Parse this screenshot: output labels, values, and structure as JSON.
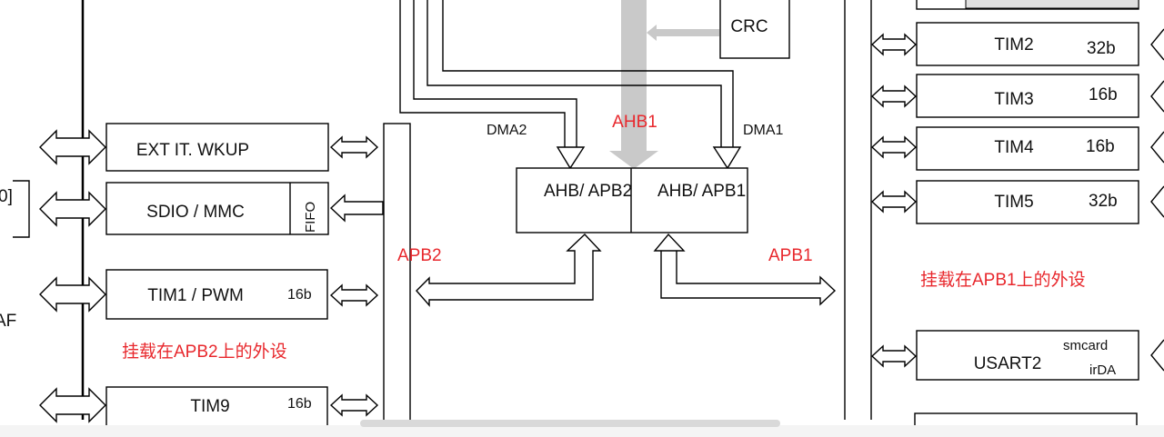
{
  "diagram": {
    "left_blocks": {
      "ext_it_wkup": "EXT IT. WKUP",
      "sdio_mmc": "SDIO / MMC",
      "fifo": "FIFO",
      "tim1": "TIM1 / PWM",
      "tim1_bits": "16b",
      "tim9": "TIM9",
      "tim9_bits": "16b"
    },
    "left_edge_fragments": {
      "bracket_text": "0]",
      "af_text": "AF"
    },
    "center": {
      "crc": "CRC",
      "dma2": "DMA2",
      "dma1": "DMA1",
      "ahb1": "AHB1",
      "bridge_apb2": "AHB/ APB2",
      "bridge_apb1": "AHB/ APB1"
    },
    "bus_labels": {
      "apb2": "APB2",
      "apb1": "APB1"
    },
    "annotations": {
      "apb2_peripherals": "挂载在APB2上的外设",
      "apb1_peripherals": "挂载在APB1上的外设"
    },
    "right_blocks": [
      {
        "name": "TIM2",
        "bits": "32b"
      },
      {
        "name": "TIM3",
        "bits": "16b"
      },
      {
        "name": "TIM4",
        "bits": "16b"
      },
      {
        "name": "TIM5",
        "bits": "32b"
      }
    ],
    "usart2": {
      "name": "USART2",
      "feature_1": "smcard",
      "feature_2": "irDA"
    },
    "colors": {
      "annotation": "#e8282d",
      "ahb_bus": "#c9c9c9",
      "line": "#000000"
    }
  }
}
